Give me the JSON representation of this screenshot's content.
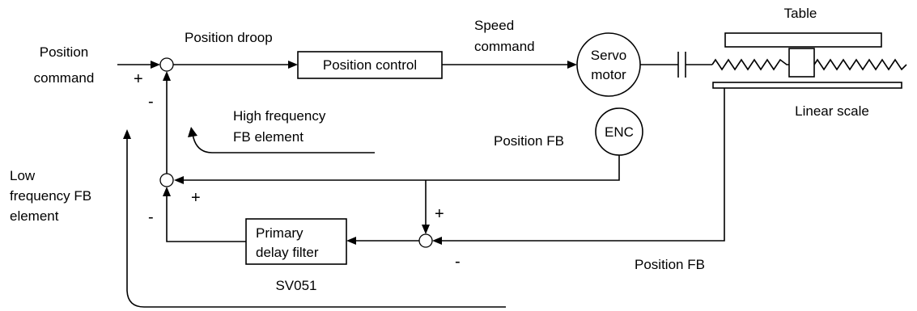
{
  "labels": {
    "position_command": [
      "Position",
      "command"
    ],
    "position_droop": "Position droop",
    "position_control": "Position control",
    "speed_command": [
      "Speed",
      "command"
    ],
    "servo_motor": [
      "Servo",
      "motor"
    ],
    "table": "Table",
    "linear_scale": "Linear scale",
    "encoder": "ENC",
    "position_fb_encoder": "Position FB",
    "position_fb_scale": "Position FB",
    "high_frequency_fb": [
      "High  frequency",
      "FB element"
    ],
    "low_frequency_fb": [
      "Low",
      "frequency FB",
      "element"
    ],
    "primary_delay_filter": [
      "Primary",
      "delay filter"
    ],
    "sv051": "SV051"
  },
  "signs": {
    "sum1_input": "+",
    "sum1_feedback": "-",
    "sum2_encoder": "+",
    "sum2_filter": "-",
    "sum3_encoder": "+",
    "sum3_scale": "-"
  },
  "colors": {
    "line": "#000000",
    "background": "#ffffff"
  }
}
